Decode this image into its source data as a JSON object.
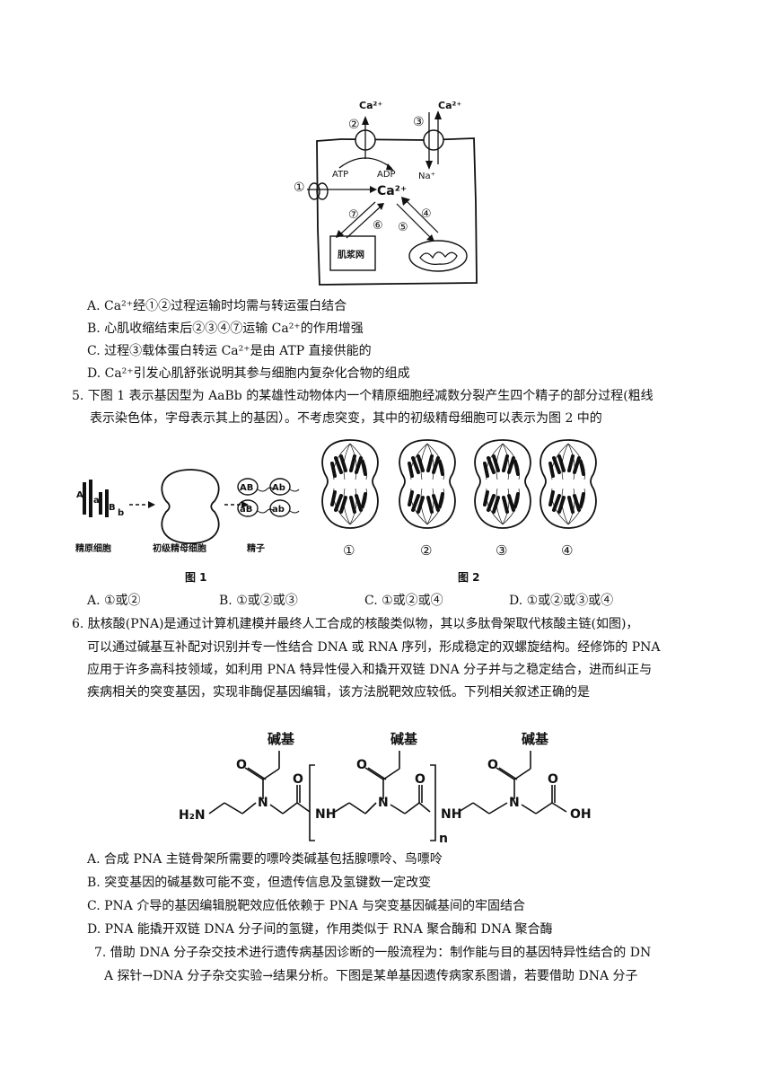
{
  "fig_top": {
    "ca_top_left": "Ca²⁺",
    "ca_top_right": "Ca²⁺",
    "ca_center": "Ca²⁺",
    "atp": "ATP",
    "adp": "ADP",
    "na": "Na⁺",
    "sr_label": "肌浆网",
    "n1": "①",
    "n2": "②",
    "n3": "③",
    "n4": "④",
    "n5": "⑤",
    "n6": "⑥",
    "n7": "⑦"
  },
  "q4_options": [
    "A.  Ca²⁺经①②过程运输时均需与转运蛋白结合",
    "B. 心肌收缩结束后②③④⑦运输 Ca²⁺的作用增强",
    "C. 过程③载体蛋白转运 Ca²⁺是由  ATP 直接供能的",
    "D.  Ca²⁺引发心肌舒张说明其参与细胞内复杂化合物的组成"
  ],
  "q5": {
    "stem_1": "5. 下图 1 表示基因型为 AaBb 的某雄性动物体内一个精原细胞经减数分裂产生四个精子的部分过程(粗线",
    "stem_2": "表示染色体，字母表示其上的基因）。不考虑突变，其中的初级精母细胞可以表示为图 2 中的",
    "fig1": {
      "label_spermatogonium": "精原细胞",
      "label_primary": "初级精母细胞",
      "label_sperm": "精子",
      "caption": "图 1",
      "sperm_genes": [
        "AB",
        "Ab",
        "aB",
        "ab"
      ],
      "genes_A": "A",
      "genes_a": "a",
      "genes_B": "B",
      "genes_b": "b"
    },
    "fig2": {
      "caption": "图 2",
      "labels": [
        "①",
        "②",
        "③",
        "④"
      ]
    },
    "options": [
      "A.  ①或②",
      "B.  ①或②或③",
      "C.  ①或②或④",
      "D.  ①或②或③或④"
    ]
  },
  "q6": {
    "stem": [
      "6. 肽核酸(PNA)是通过计算机建模并最终人工合成的核酸类似物，其以多肽骨架取代核酸主链(如图)，",
      "可以通过碱基互补配对识别并专一性结合 DNA 或 RNA 序列，形成稳定的双螺旋结构。经修饰的 PNA",
      "应用于许多高科技领域，如利用 PNA 特异性侵入和撬开双链 DNA 分子并与之稳定结合，进而纠正与",
      "疾病相关的突变基因，实现非酶促基因编辑，该方法脱靶效应较低。下列相关叙述正确的是"
    ],
    "structure": {
      "base": "碱基",
      "h2n": "H₂N",
      "n": "N",
      "nh": "NH",
      "o": "O",
      "oh": "OH",
      "sub_n": "n"
    },
    "options": [
      "A. 合成 PNA 主链骨架所需要的嘌呤类碱基包括腺嘌呤、鸟嘌呤",
      "B. 突变基因的碱基数可能不变，但遗传信息及氢键数一定改变",
      "C.  PNA 介导的基因编辑脱靶效应低依赖于  PNA 与突变基因碱基间的牢固结合",
      "D.  PNA 能撬开双链 DNA 分子间的氢键，作用类似于 RNA 聚合酶和 DNA 聚合酶"
    ]
  },
  "q7": {
    "line1": "7. 借助 DNA 分子杂交技术进行遗传病基因诊断的一般流程为：制作能与目的基因特异性结合的 DN",
    "line2": "A  探针→DNA 分子杂交实验→结果分析。下图是某单基因遗传病家系图谱，若要借助 DNA 分子"
  }
}
